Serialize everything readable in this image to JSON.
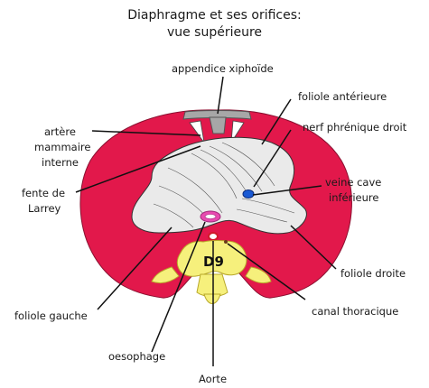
{
  "title_line1": "Diaphragme et ses orifices:",
  "title_line2": "vue supérieure",
  "colors": {
    "muscle": "#e2184b",
    "tendon": "#eaeaea",
    "bone": "#f6f07c",
    "bone_outline": "#b8a82a",
    "vein": "#1a5ad4",
    "oesophagus": "#e84ab0",
    "aorta_ring": "#d11a2a",
    "xiphoid": "#a7a7a7"
  },
  "labels": {
    "appendice": "appendice xiphoïde",
    "foliole_anterieure": "foliole antérieure",
    "nerf_phrenique": "nerf phrénique droit",
    "artere_l1": "artère",
    "artere_l2": "mammaire",
    "artere_l3": "interne",
    "fente_l1": "fente de",
    "fente_l2": "Larrey",
    "veine_l1": "veine cave",
    "veine_l2": "inférieure",
    "foliole_droite": "foliole droite",
    "foliole_gauche": "foliole gauche",
    "canal": "canal thoracique",
    "oesophage": "oesophage",
    "aorte": "Aorte",
    "vertebra": "D9"
  }
}
